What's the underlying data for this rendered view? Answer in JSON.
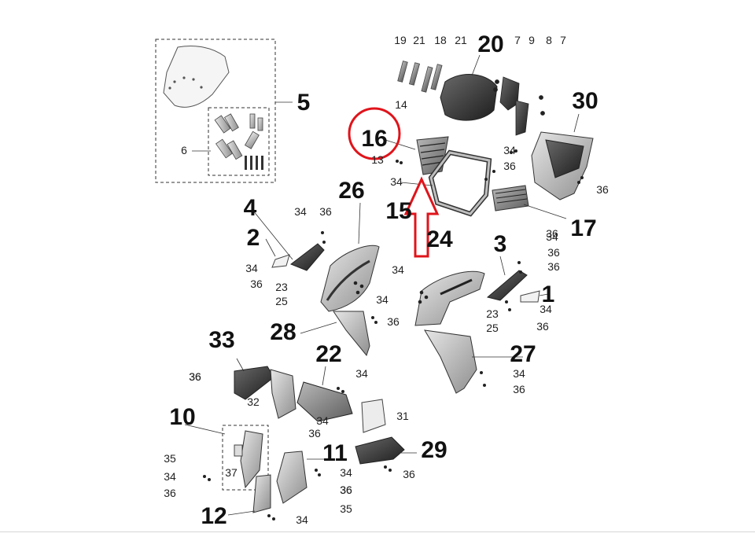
{
  "diagram": {
    "highlight_color": "#e0141b",
    "big_labels": [
      "1",
      "2",
      "3",
      "4",
      "5",
      "10",
      "11",
      "12",
      "15",
      "16",
      "17",
      "20",
      "22",
      "24",
      "26",
      "27",
      "28",
      "29",
      "30",
      "33"
    ],
    "small_labels": [
      "19",
      "21",
      "18",
      "21",
      "7",
      "9",
      "8",
      "7",
      "14",
      "13",
      "34",
      "36",
      "34",
      "36",
      "36",
      "6",
      "34",
      "36",
      "36",
      "34",
      "34",
      "36",
      "23",
      "25",
      "34",
      "36",
      "34",
      "36",
      "34",
      "36",
      "23",
      "25",
      "36",
      "34",
      "36",
      "34",
      "36",
      "32",
      "34",
      "36",
      "31",
      "36",
      "35",
      "37",
      "34",
      "36",
      "34",
      "36",
      "35",
      "34",
      "36"
    ],
    "highlighted_part": "16"
  }
}
